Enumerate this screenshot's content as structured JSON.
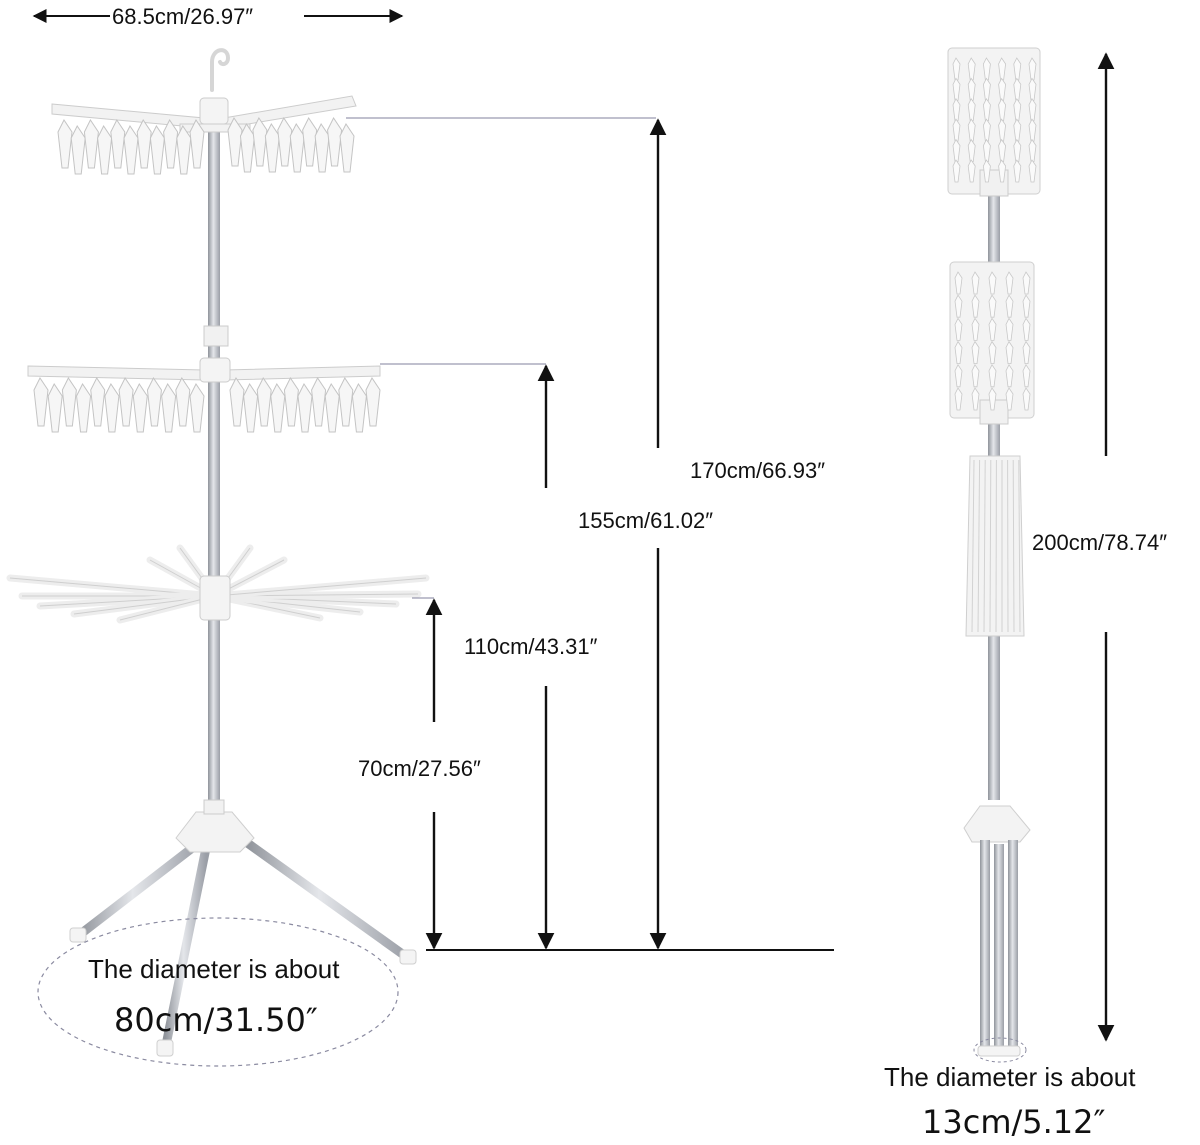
{
  "labels": {
    "top_width": "68.5cm/26.97″",
    "height_170": "170cm/66.93″",
    "height_155": "155cm/61.02″",
    "height_110": "110cm/43.31″",
    "height_70": "70cm/27.56″",
    "height_200": "200cm/78.74″",
    "open_diameter_text": "The diameter is about",
    "open_diameter_value": "80cm/31.50″",
    "folded_diameter_text": "The diameter is about",
    "folded_diameter_value": "13cm/5.12″"
  },
  "colors": {
    "background": "#ffffff",
    "text": "#111111",
    "dimension_line": "#111111",
    "guide_line": "#9a9ab0",
    "pole": "#b9bcc2",
    "plastic": "#f1f1f1",
    "plastic_outline": "#c8c8c8"
  }
}
